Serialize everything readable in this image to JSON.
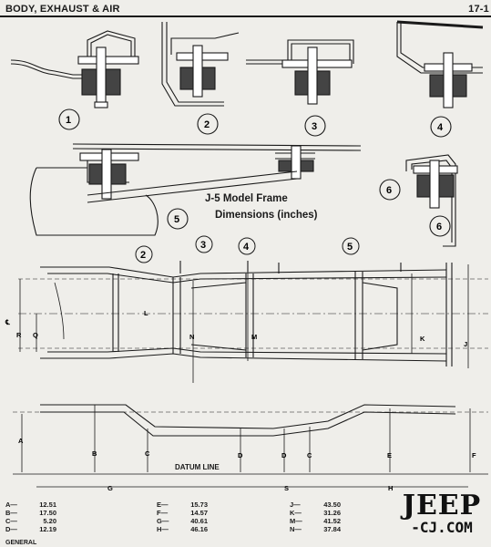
{
  "header": {
    "left": "BODY, EXHAUST & AIR",
    "right": "17-1"
  },
  "caption": {
    "line1": "J-5 Model Frame",
    "line2": "Dimensions (inches)"
  },
  "detail_numbers": [
    "1",
    "2",
    "3",
    "4",
    "5",
    "6",
    "6"
  ],
  "plan_callouts": [
    "2",
    "3",
    "4",
    "5"
  ],
  "datum_label": "DATUM LINE",
  "plan_letters": {
    "cl": "℄",
    "R": "R",
    "Q": "Q",
    "N": "N",
    "M": "M",
    "K": "K",
    "J": "J",
    "L": "L"
  },
  "elev_letters": {
    "A": "A",
    "B": "B",
    "C": "C",
    "D": "D",
    "D2": "D",
    "C2": "C",
    "E": "E",
    "F": "F",
    "G": "G",
    "S": "S",
    "H": "H"
  },
  "dimensions": {
    "col1": [
      {
        "label": "A—",
        "value": "12.51"
      },
      {
        "label": "B—",
        "value": "17.50"
      },
      {
        "label": "C—",
        "value": "5.20"
      },
      {
        "label": "D—",
        "value": "12.19"
      }
    ],
    "col2": [
      {
        "label": "E—",
        "value": "15.73"
      },
      {
        "label": "F—",
        "value": "14.57"
      },
      {
        "label": "G—",
        "value": "40.61"
      },
      {
        "label": "H—",
        "value": "46.16"
      }
    ],
    "col3": [
      {
        "label": "J—",
        "value": "43.50"
      },
      {
        "label": "K—",
        "value": "31.26"
      },
      {
        "label": "M—",
        "value": "41.52"
      },
      {
        "label": "N—",
        "value": "37.84"
      }
    ]
  },
  "footer_fragment": "GENERAL",
  "watermark": {
    "brand": "JEEP",
    "site": "-CJ.COM"
  }
}
